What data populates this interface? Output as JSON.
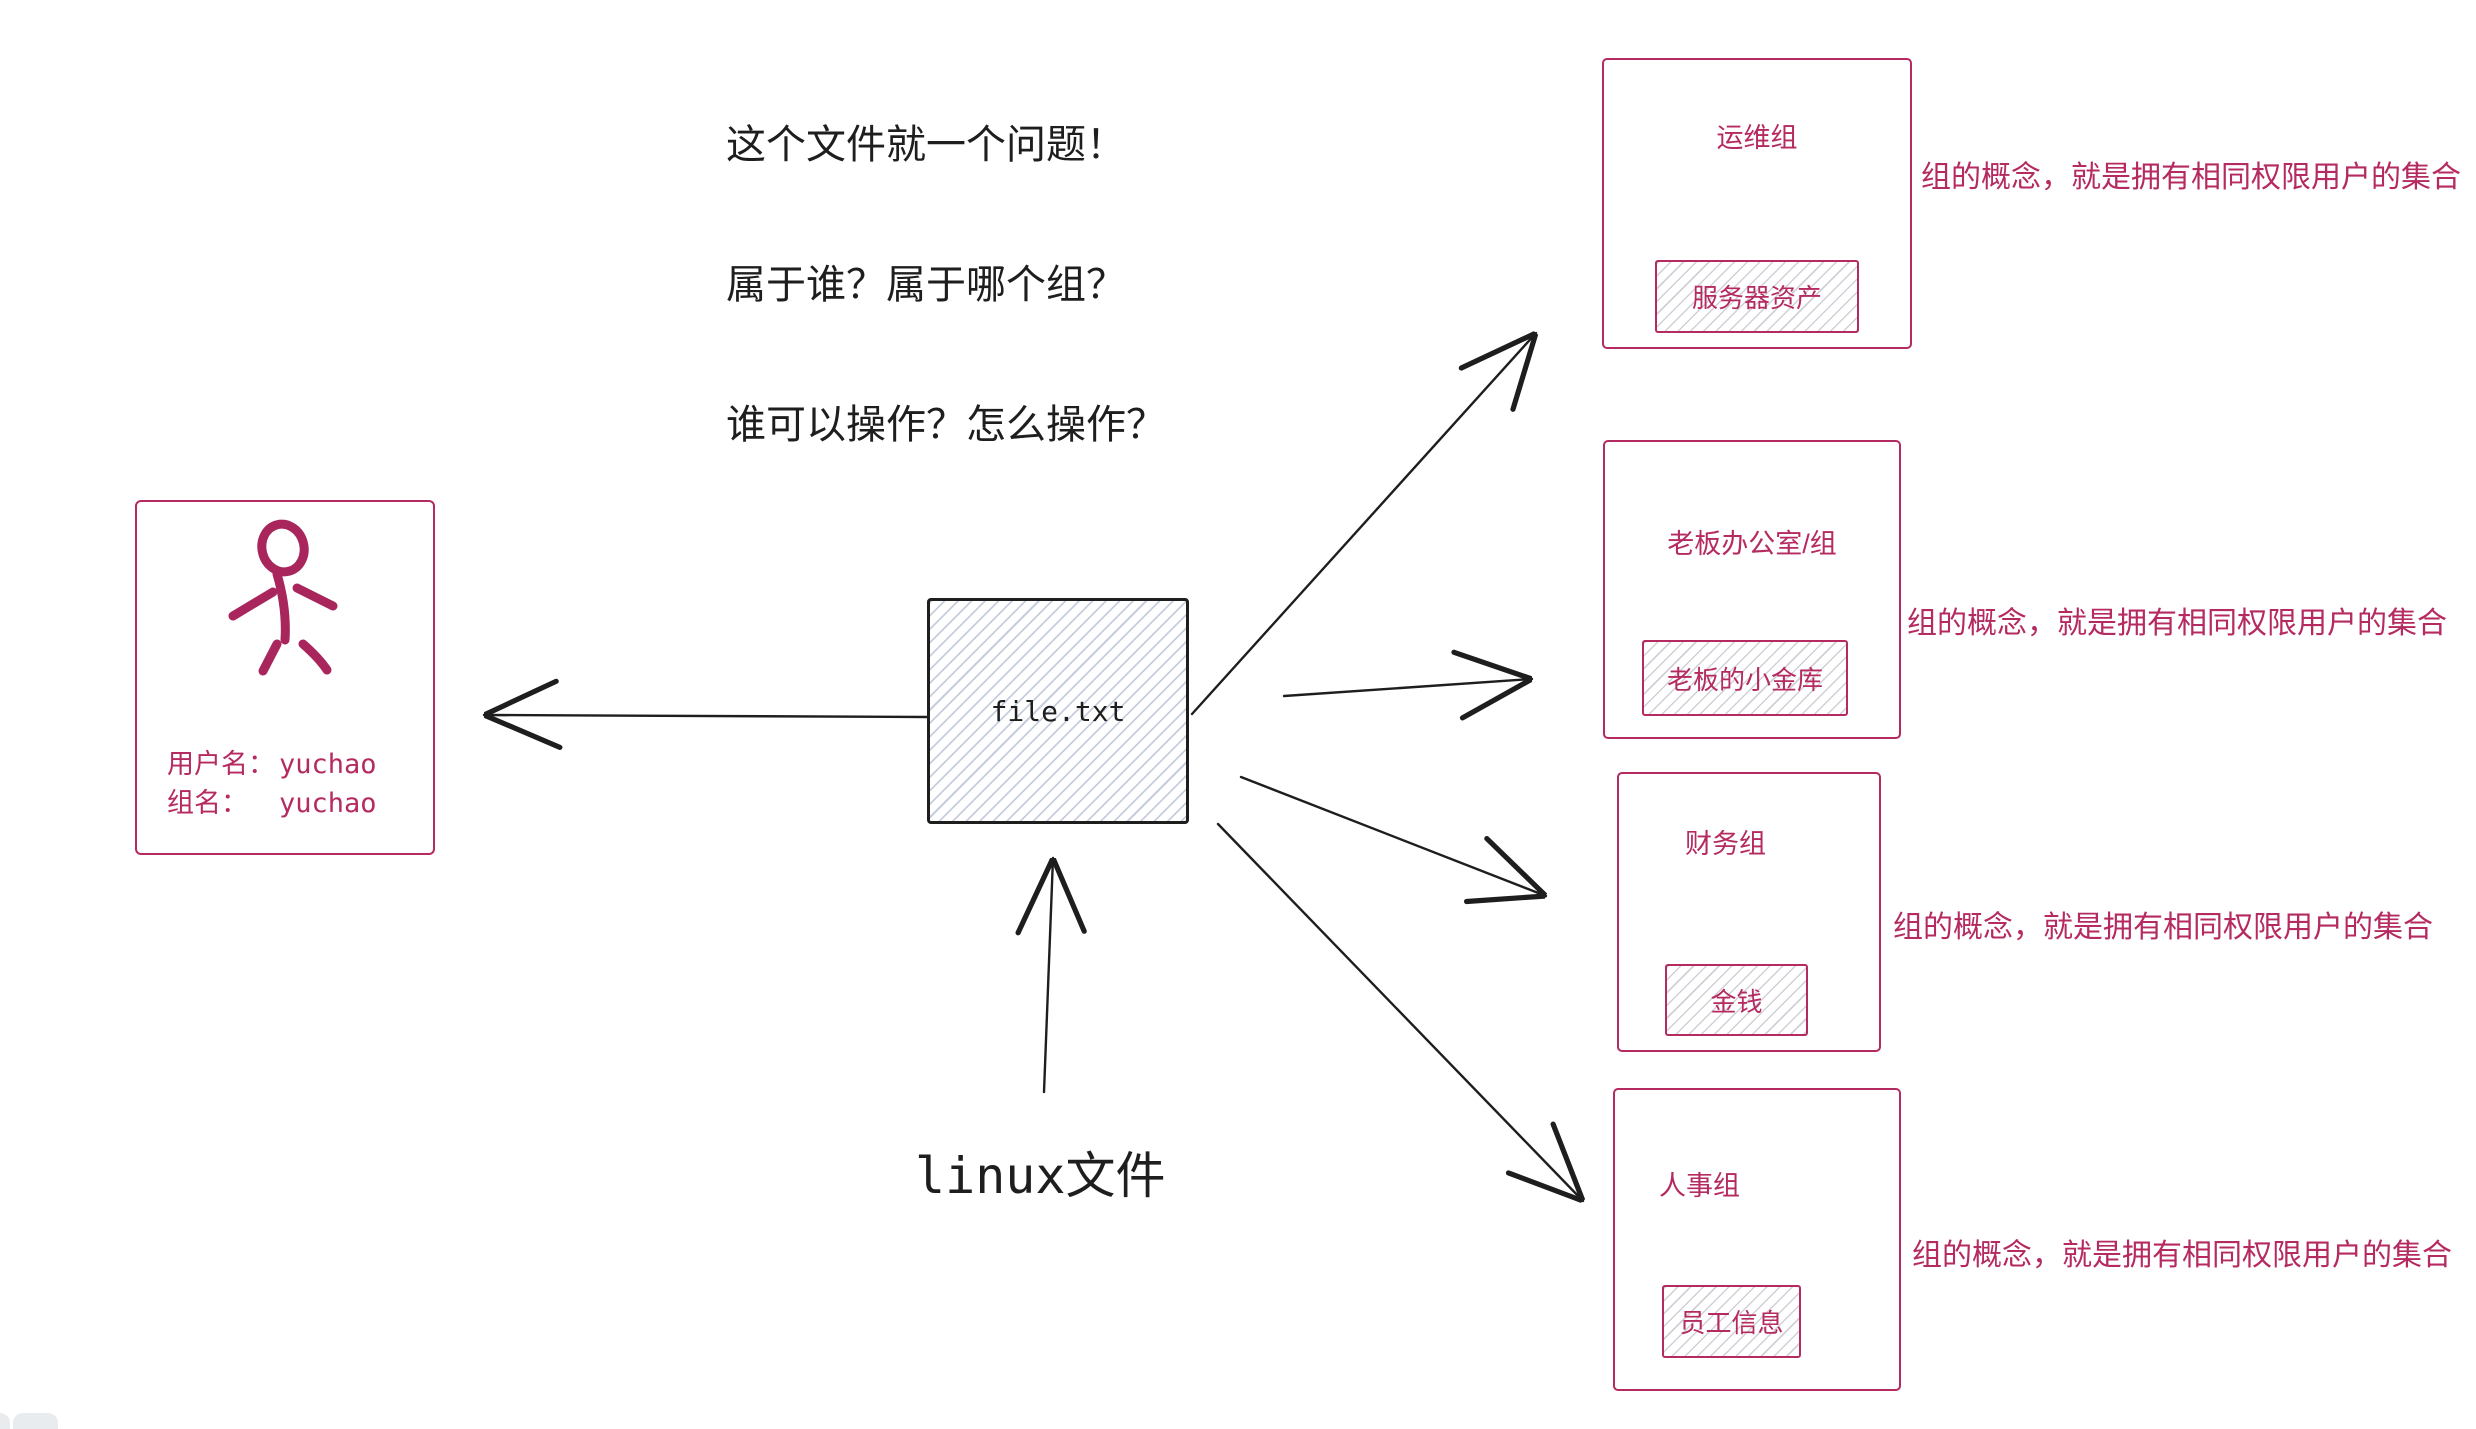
{
  "colors": {
    "accent": "#b52a60",
    "ink": "#1e1e1e",
    "hachure_blue": "#98a6c2",
    "hachure_gray": "#9698a4",
    "toolbar_remnant": "#e9ecef"
  },
  "questions": [
    "这个文件就一个问题！",
    "属于谁？属于哪个组？",
    "谁可以操作？怎么操作？"
  ],
  "user_card": {
    "icon": "stick-figure",
    "rows": [
      {
        "label": "用户名：",
        "value": "yuchao"
      },
      {
        "label": "组名：",
        "value": "yuchao"
      }
    ]
  },
  "file_box": {
    "label": "file.txt"
  },
  "file_caption": "linux文件",
  "groups": [
    {
      "title": "运维组",
      "asset": "服务器资产",
      "note": "组的概念，就是拥有相同权限用户的集合"
    },
    {
      "title": "老板办公室/组",
      "asset": "老板的小金库",
      "note": "组的概念，就是拥有相同权限用户的集合"
    },
    {
      "title": "财务组",
      "asset": "金钱",
      "note": "组的概念，就是拥有相同权限用户的集合"
    },
    {
      "title": "人事组",
      "asset": "员工信息",
      "note": "组的概念，就是拥有相同权限用户的集合"
    }
  ]
}
